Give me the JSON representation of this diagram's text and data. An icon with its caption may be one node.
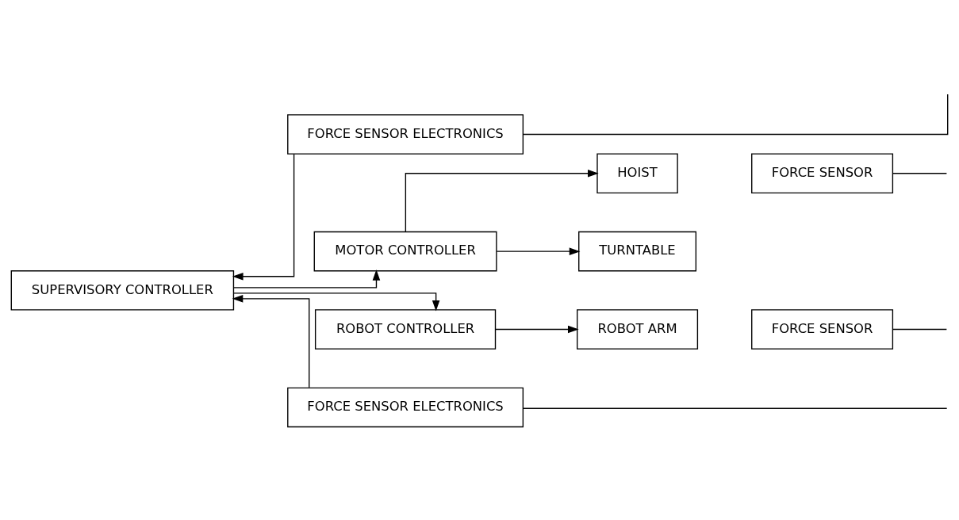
{
  "diagram": {
    "nodes": [
      {
        "text": [
          "FORCE SENSOR ELECTRONICS"
        ]
      },
      {
        "text": [
          "MOTOR CONTROLLER"
        ]
      },
      {
        "text": [
          "HOIST"
        ]
      },
      {
        "text": [
          "FORCE SENSOR"
        ]
      },
      {
        "text": [
          "TURNTABLE"
        ]
      },
      {
        "text": [
          "SUPERVISORY CONTROLLER"
        ]
      },
      {
        "text": [
          "ROBOT CONTROLLER"
        ]
      },
      {
        "text": [
          "ROBOT ARM"
        ]
      },
      {
        "text": [
          "FORCE SENSOR"
        ]
      },
      {
        "text": [
          "FORCE SENSOR ELECTRONICS"
        ]
      }
    ],
    "edges": [
      {
        "from": 0,
        "to": 5,
        "arrow": "to"
      },
      {
        "from": 0,
        "to": null,
        "arrow": "none"
      },
      {
        "from": 1,
        "to": 2,
        "arrow": "to"
      },
      {
        "from": 3,
        "to": null,
        "arrow": "none"
      },
      {
        "from": 1,
        "to": 4,
        "arrow": "to"
      },
      {
        "from": 5,
        "to": 1,
        "arrow": "to"
      },
      {
        "from": 5,
        "to": 6,
        "arrow": "to"
      },
      {
        "from": 6,
        "to": 7,
        "arrow": "to"
      },
      {
        "from": 8,
        "to": null,
        "arrow": "none"
      },
      {
        "from": 9,
        "to": 5,
        "arrow": "to"
      },
      {
        "from": 9,
        "to": null,
        "arrow": "none"
      }
    ]
  }
}
